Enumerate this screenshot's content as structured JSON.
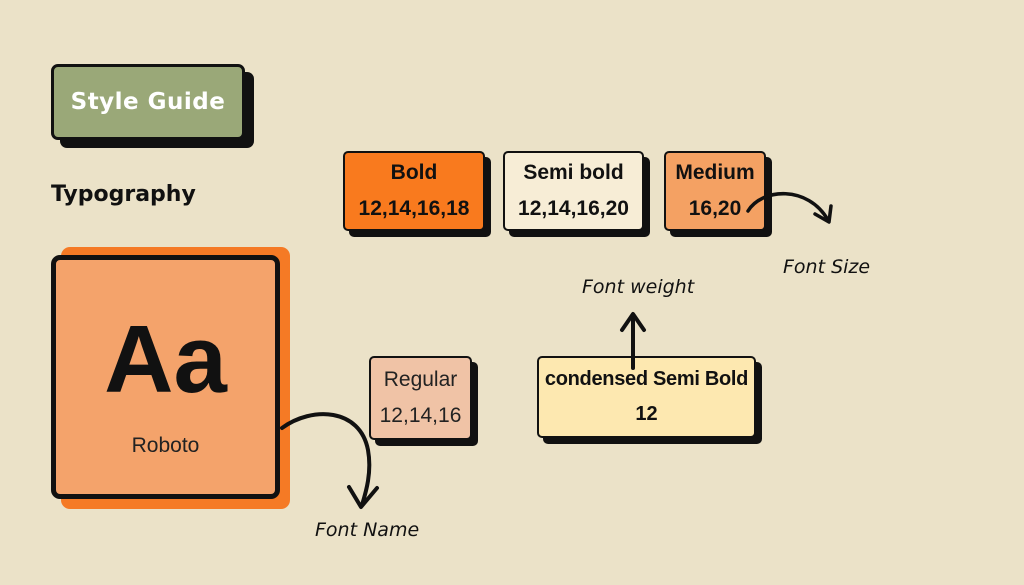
{
  "header": {
    "title": "Style Guide"
  },
  "section": {
    "title": "Typography"
  },
  "font_card": {
    "sample": "Aa",
    "font_name": "Roboto"
  },
  "weights": {
    "bold": {
      "name": "Bold",
      "sizes": "12,14,16,18"
    },
    "semibold": {
      "name": "Semi bold",
      "sizes": "12,14,16,20"
    },
    "medium": {
      "name": "Medium",
      "sizes": "16,20"
    },
    "regular": {
      "name": "Regular",
      "sizes": "12,14,16"
    },
    "condensed": {
      "name": "condensed Semi Bold",
      "sizes": "12"
    }
  },
  "annotations": {
    "font_size": "Font Size",
    "font_weight": "Font weight",
    "font_name": "Font Name"
  },
  "colors": {
    "background": "#ebe2c8",
    "header": "#9aa878",
    "bold": "#f97a1e",
    "semibold": "#f7edd6",
    "medium": "#f4a163",
    "regular": "#f0c3a6",
    "condensed": "#fde8b0",
    "card": "#f4a36b",
    "card_shadow": "#f57a25"
  }
}
